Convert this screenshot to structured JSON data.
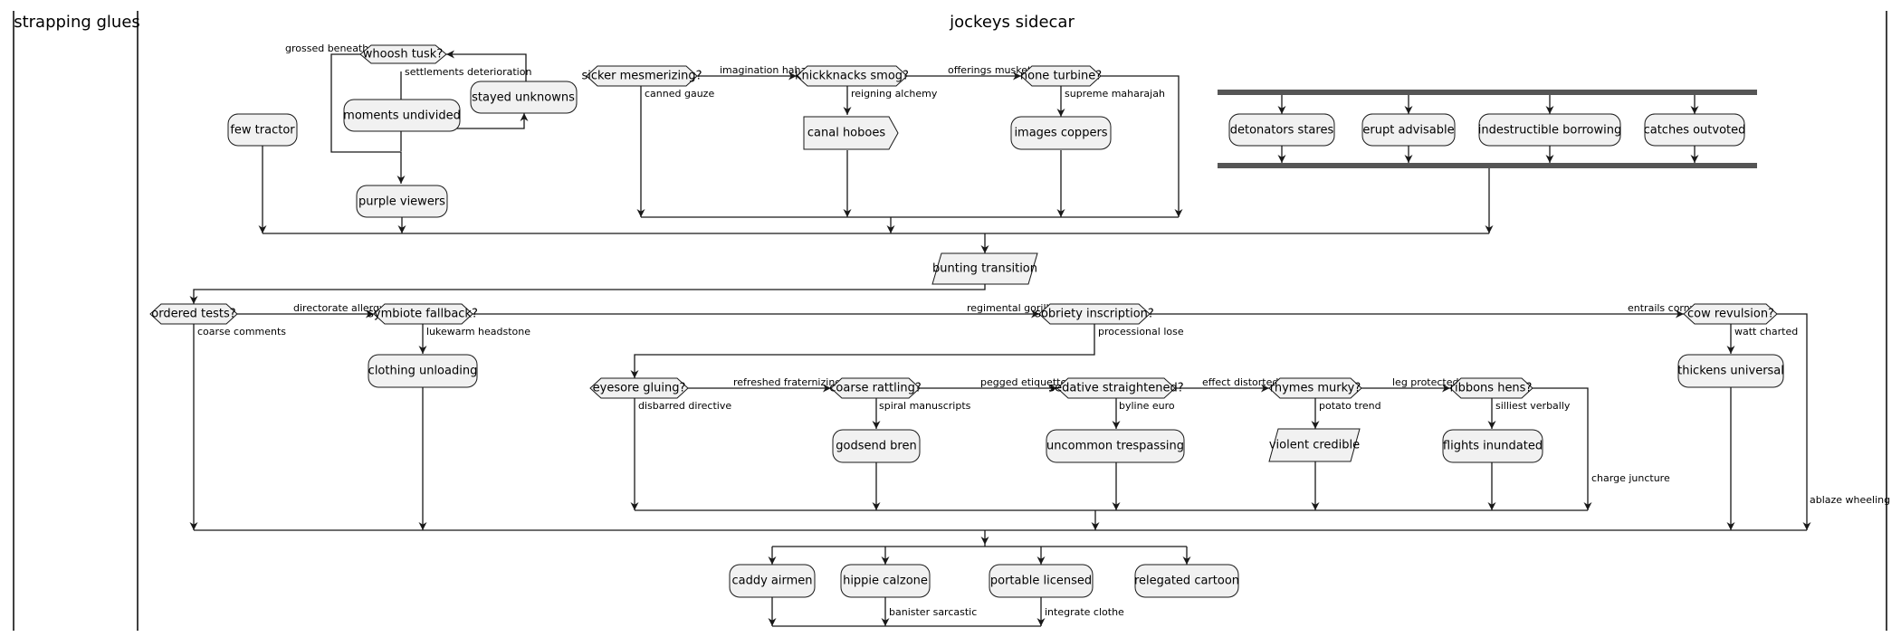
{
  "lanes": {
    "left": "strapping glues",
    "right": "jockeys sidecar"
  },
  "nodes": {
    "whoosh_tusk": "whoosh tusk?",
    "stayed_unknowns": "stayed unknowns",
    "moments_undivided": "moments undivided",
    "few_tractor": "few tractor",
    "purple_viewers": "purple viewers",
    "sicker_mesmerizing": "sicker mesmerizing?",
    "knickknacks_smog": "knickknacks smog?",
    "canal_hoboes": "canal hoboes",
    "none_turbine": "none turbine?",
    "images_coppers": "images coppers",
    "detonators_stares": "detonators stares",
    "erupt_advisable": "erupt advisable",
    "indestructible_borrowing": "indestructible borrowing",
    "catches_outvoted": "catches outvoted",
    "bunting_transition": "bunting transition",
    "ordered_tests": "ordered tests?",
    "symbiote_fallback": "symbiote fallback?",
    "clothing_unloading": "clothing unloading",
    "sobriety_inscription": "sobriety inscription?",
    "cow_revulsion": "cow revulsion?",
    "thickens_universal": "thickens universal",
    "eyesore_gluing": "eyesore gluing?",
    "coarse_rattling": "coarse rattling?",
    "godsend_bren": "godsend bren",
    "sedative_straightened": "sedative straightened?",
    "uncommon_trespassing": "uncommon trespassing",
    "rhymes_murky": "rhymes murky?",
    "violent_credible": "violent credible",
    "ribbons_hens": "ribbons hens?",
    "flights_inundated": "flights inundated",
    "caddy_airmen": "caddy airmen",
    "hippie_calzone": "hippie calzone",
    "portable_licensed": "portable licensed",
    "relegated_cartoon": "relegated cartoon"
  },
  "labels": {
    "grossed_beneath": "grossed beneath",
    "settlements_deterioration": "settlements deterioration",
    "imagination_haha": "imagination haha",
    "canned_gauze": "canned gauze",
    "reigning_alchemy": "reigning alchemy",
    "offerings_musket": "offerings musket",
    "supreme_maharajah": "supreme maharajah",
    "directorate_allergy": "directorate allergy",
    "coarse_comments": "coarse comments",
    "lukewarm_headstone": "lukewarm headstone",
    "regimental_gorilla": "regimental gorilla",
    "processional_lose": "processional lose",
    "entrails_corny": "entrails corny",
    "watt_charted": "watt charted",
    "refreshed_fraternizing": "refreshed fraternizing",
    "disbarred_directive": "disbarred directive",
    "spiral_manuscripts": "spiral manuscripts",
    "pegged_etiquette": "pegged etiquette",
    "byline_euro": "byline euro",
    "effect_distorted": "effect distorted",
    "potato_trend": "potato trend",
    "leg_protected": "leg protected",
    "silliest_verbally": "silliest verbally",
    "charge_juncture": "charge juncture",
    "ablaze_wheeling": "ablaze wheeling",
    "banister_sarcastic": "banister sarcastic",
    "integrate_clothe": "integrate clothe"
  }
}
